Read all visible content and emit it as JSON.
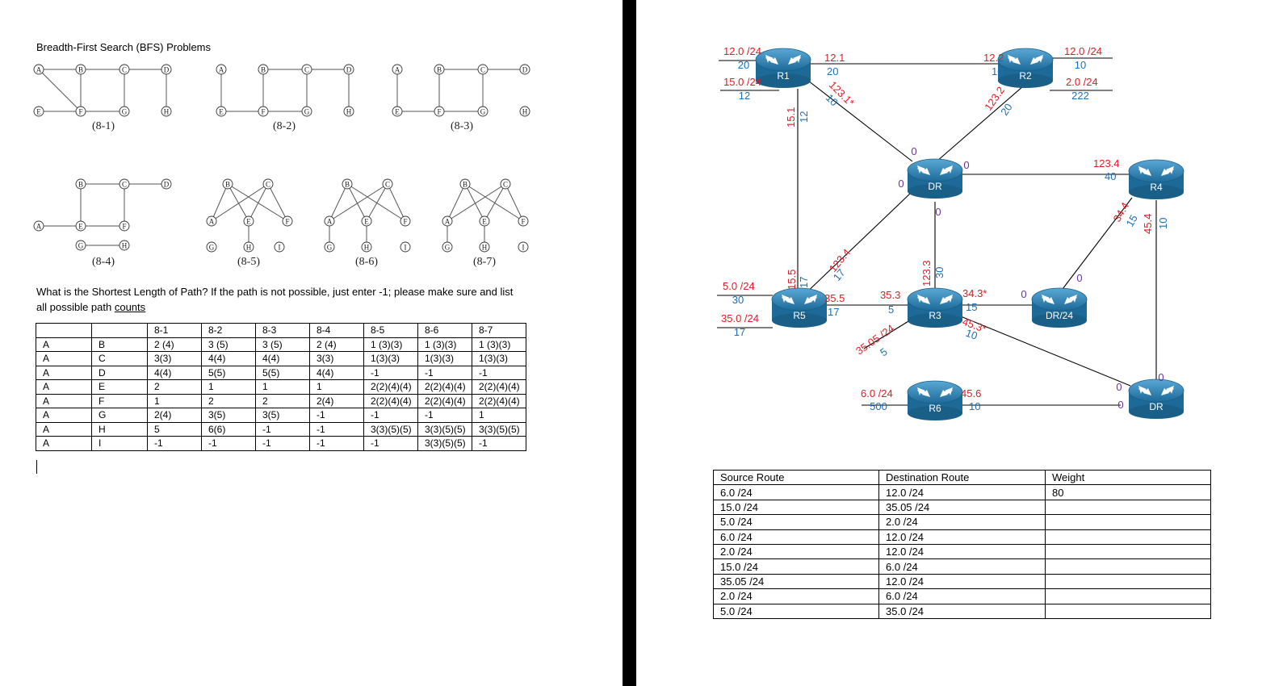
{
  "left_doc": {
    "title": "Breadth-First Search (BFS) Problems",
    "graph_labels": [
      "(8-1)",
      "(8-2)",
      "(8-3)",
      "(8-4)",
      "(8-5)",
      "(8-6)",
      "(8-7)"
    ],
    "question_line1": "What is the Shortest Length of Path? If the path is not possible, just enter -1; please make sure and list",
    "question_line2_prefix": "all possible path ",
    "question_line2_link": "counts",
    "table": {
      "headers": [
        "",
        "",
        "8-1",
        "8-2",
        "8-3",
        "8-4",
        "8-5",
        "8-6",
        "8-7"
      ],
      "rows": [
        [
          "A",
          "B",
          "2 (4)",
          "3 (5)",
          "3 (5)",
          "2 (4)",
          "1 (3)(3)",
          "1 (3)(3)",
          "1 (3)(3)"
        ],
        [
          "A",
          "C",
          "3(3)",
          "4(4)",
          "4(4)",
          "3(3)",
          "1(3)(3)",
          "1(3)(3)",
          "1(3)(3)"
        ],
        [
          "A",
          "D",
          "4(4)",
          "5(5)",
          "5(5)",
          "4(4)",
          "-1",
          "-1",
          "-1"
        ],
        [
          "A",
          "E",
          "2",
          "1",
          "1",
          "1",
          "2(2)(4)(4)",
          "2(2)(4)(4)",
          "2(2)(4)(4)"
        ],
        [
          "A",
          "F",
          "1",
          "2",
          "2",
          "2(4)",
          "2(2)(4)(4)",
          "2(2)(4)(4)",
          "2(2)(4)(4)"
        ],
        [
          "A",
          "G",
          "2(4)",
          "3(5)",
          "3(5)",
          "-1",
          "-1",
          "-1",
          "1"
        ],
        [
          "A",
          "H",
          "5",
          "6(6)",
          "-1",
          "-1",
          "3(3)(5)(5)",
          "3(3)(5)(5)",
          "3(3)(5)(5)"
        ],
        [
          "A",
          "I",
          "-1",
          "-1",
          "-1",
          "-1",
          "-1",
          "3(3)(5)(5)",
          "-1"
        ]
      ]
    }
  },
  "network": {
    "routers": {
      "r1": "R1",
      "r2": "R2",
      "dr_center": "DR",
      "r4": "R4",
      "r5": "R5",
      "r3": "R3",
      "dr24": "DR/24",
      "r6": "R6",
      "dr_bottom": "DR"
    },
    "labels": {
      "r1_net_a": "12.0 /24",
      "r1_net_a_cost": "20",
      "r1_net_b": "15.0 /24",
      "r1_net_b_cost": "12",
      "r1_if_12_1": "12.1",
      "r1_if_12_1_cost": "20",
      "r1_if_123_1": "123.1*",
      "r1_if_123_1_cost": "10",
      "r1_if_15_1": "15.1",
      "r1_if_15_1_cost": "12",
      "r2_if_12_2": "12.2",
      "r2_if_12_2_cost": "10",
      "r2_net_a": "12.0 /24",
      "r2_net_a_cost": "10",
      "r2_net_b": "2.0 /24",
      "r2_net_b_cost": "222",
      "r2_if_123_2": "123.2",
      "r2_if_123_2_cost": "20",
      "dr_zero_top": "0",
      "dr_zero_right": "0",
      "dr_zero_left": "0",
      "dr_zero_bottom": "0",
      "dr_zero_r2": "0",
      "r4_if_123_4": "123.4",
      "r4_if_123_4_cost": "40",
      "r4_if_34_4": "34.4",
      "r4_if_34_4_cost": "15",
      "r4_if_45_4": "45.4",
      "r4_if_45_4_cost": "10",
      "r5_net_a": "5.0 /24",
      "r5_net_a_cost": "30",
      "r5_net_b": "35.0 /24",
      "r5_net_b_cost": "17",
      "r5_if_15_5": "15.5",
      "r5_if_15_5_cost": "17",
      "r5_if_123_4": "123.4",
      "r5_if_123_4_cost": "17",
      "r5_if_35_5": "35.5",
      "r5_if_35_5_cost": "17",
      "r3_if_35_3": "35.3",
      "r3_if_35_3_cost": "5",
      "r3_if_123_3": "123.3",
      "r3_if_123_3_cost": "30",
      "r3_if_34_3": "34.3*",
      "r3_if_34_3_cost": "15",
      "r3_if_45_3": "45.3*",
      "r3_if_45_3_cost": "10",
      "r3_net": "35.05 /24",
      "r3_net_cost": "5",
      "dr24_zero_left": "0",
      "dr24_zero_right": "0",
      "r6_net": "6.0 /24",
      "r6_net_cost": "500",
      "r6_if_45_6": "45.6",
      "r6_if_45_6_cost": "10",
      "drb_zero_a": "0",
      "drb_zero_b": "0",
      "drb_zero_top": "0"
    }
  },
  "route_table": {
    "headers": [
      "Source Route",
      "Destination Route",
      "Weight"
    ],
    "rows": [
      [
        "6.0 /24",
        "12.0 /24",
        "80"
      ],
      [
        "15.0 /24",
        "35.05 /24",
        ""
      ],
      [
        "5.0 /24",
        "2.0 /24",
        ""
      ],
      [
        "6.0 /24",
        "12.0 /24",
        ""
      ],
      [
        "2.0 /24",
        "12.0 /24",
        ""
      ],
      [
        "15.0 /24",
        "6.0 /24",
        ""
      ],
      [
        "35.05 /24",
        "12.0 /24",
        ""
      ],
      [
        "2.0 /24",
        "6.0 /24",
        ""
      ],
      [
        "5.0 /24",
        "35.0 /24",
        ""
      ]
    ]
  },
  "colors": {
    "red": "#e01b24",
    "blue": "#1f6fb5",
    "purple": "#7030a0",
    "router": "#2e7fae"
  }
}
